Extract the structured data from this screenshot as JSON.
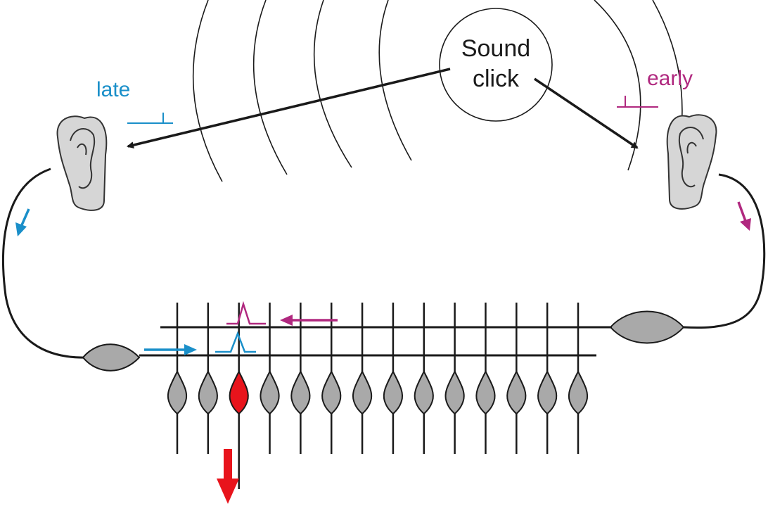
{
  "source": {
    "line1": "Sound",
    "line2": "click"
  },
  "labels": {
    "left_timing": "late",
    "right_timing": "early"
  },
  "colors": {
    "left_pathway": "#1a8fc9",
    "right_pathway": "#b0287f",
    "active_neuron": "#e8141c",
    "neuron_fill": "#a9a9a9",
    "ear_fill": "#d6d6d6",
    "line": "#1a1a1a"
  },
  "neurons": {
    "count": 14,
    "active_index": 2
  }
}
